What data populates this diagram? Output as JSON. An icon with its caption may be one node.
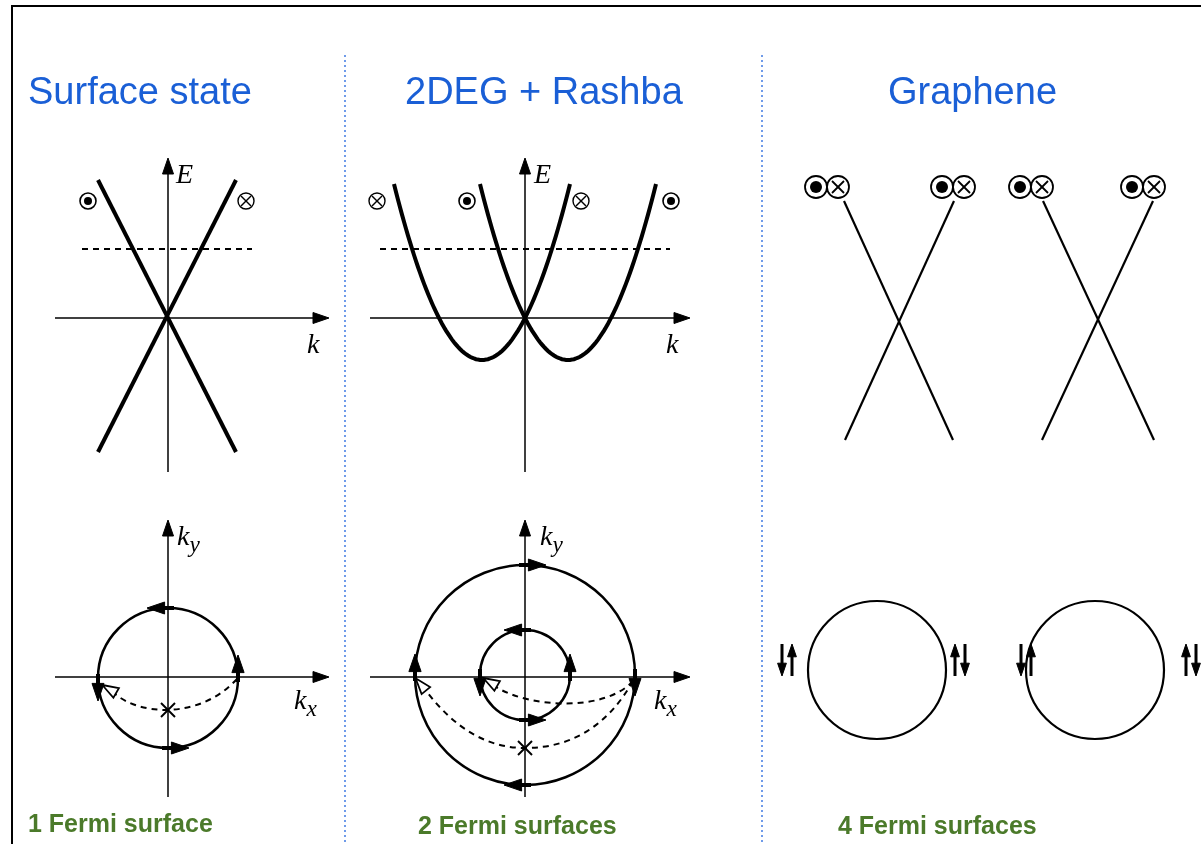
{
  "diagram": {
    "labels": [
      "Surface state",
      "2DEG + Rashba",
      "Graphene",
      "E",
      "k",
      "E",
      "k",
      "k$_{y}$",
      "k$_{x}$",
      "k$_{y}$",
      "k$_{x}$",
      "1 Fermi surface",
      "2 Fermi surfaces",
      "4 Fermi surfaces"
    ]
  }
}
